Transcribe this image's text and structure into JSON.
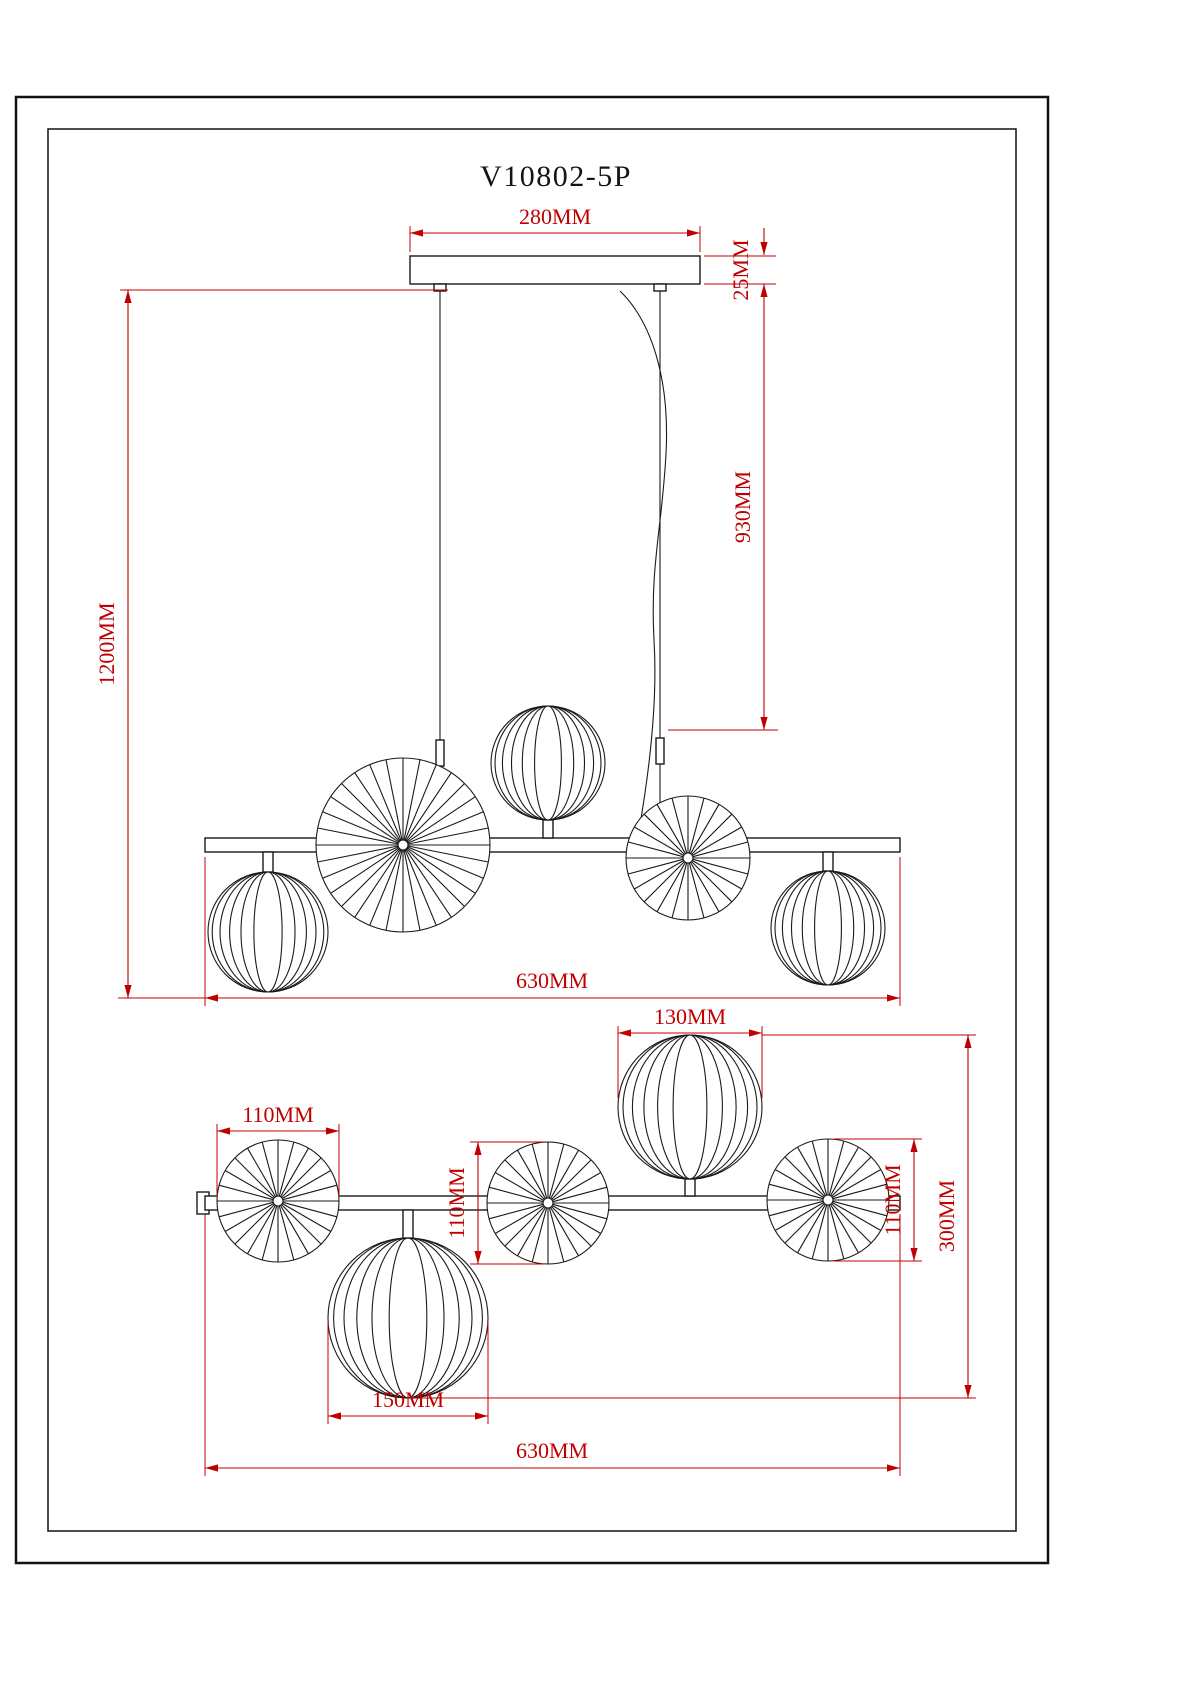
{
  "title": "V10802-5P",
  "colors": {
    "line": "#1a1a1a",
    "dimension": "#c00000",
    "paper": "#ffffff"
  },
  "elevation": {
    "canopy_width": "280MM",
    "canopy_thickness": "25MM",
    "suspension_drop": "930MM",
    "overall_height": "1200MM",
    "overall_width": "630MM"
  },
  "plan": {
    "sphere_top_diameter": "130MM",
    "disc_left_diameter": "110MM",
    "disc_center_diameter": "110MM",
    "disc_right_diameter": "110MM",
    "overall_depth": "300MM",
    "sphere_bottom_diameter": "150MM",
    "overall_width": "630MM"
  }
}
